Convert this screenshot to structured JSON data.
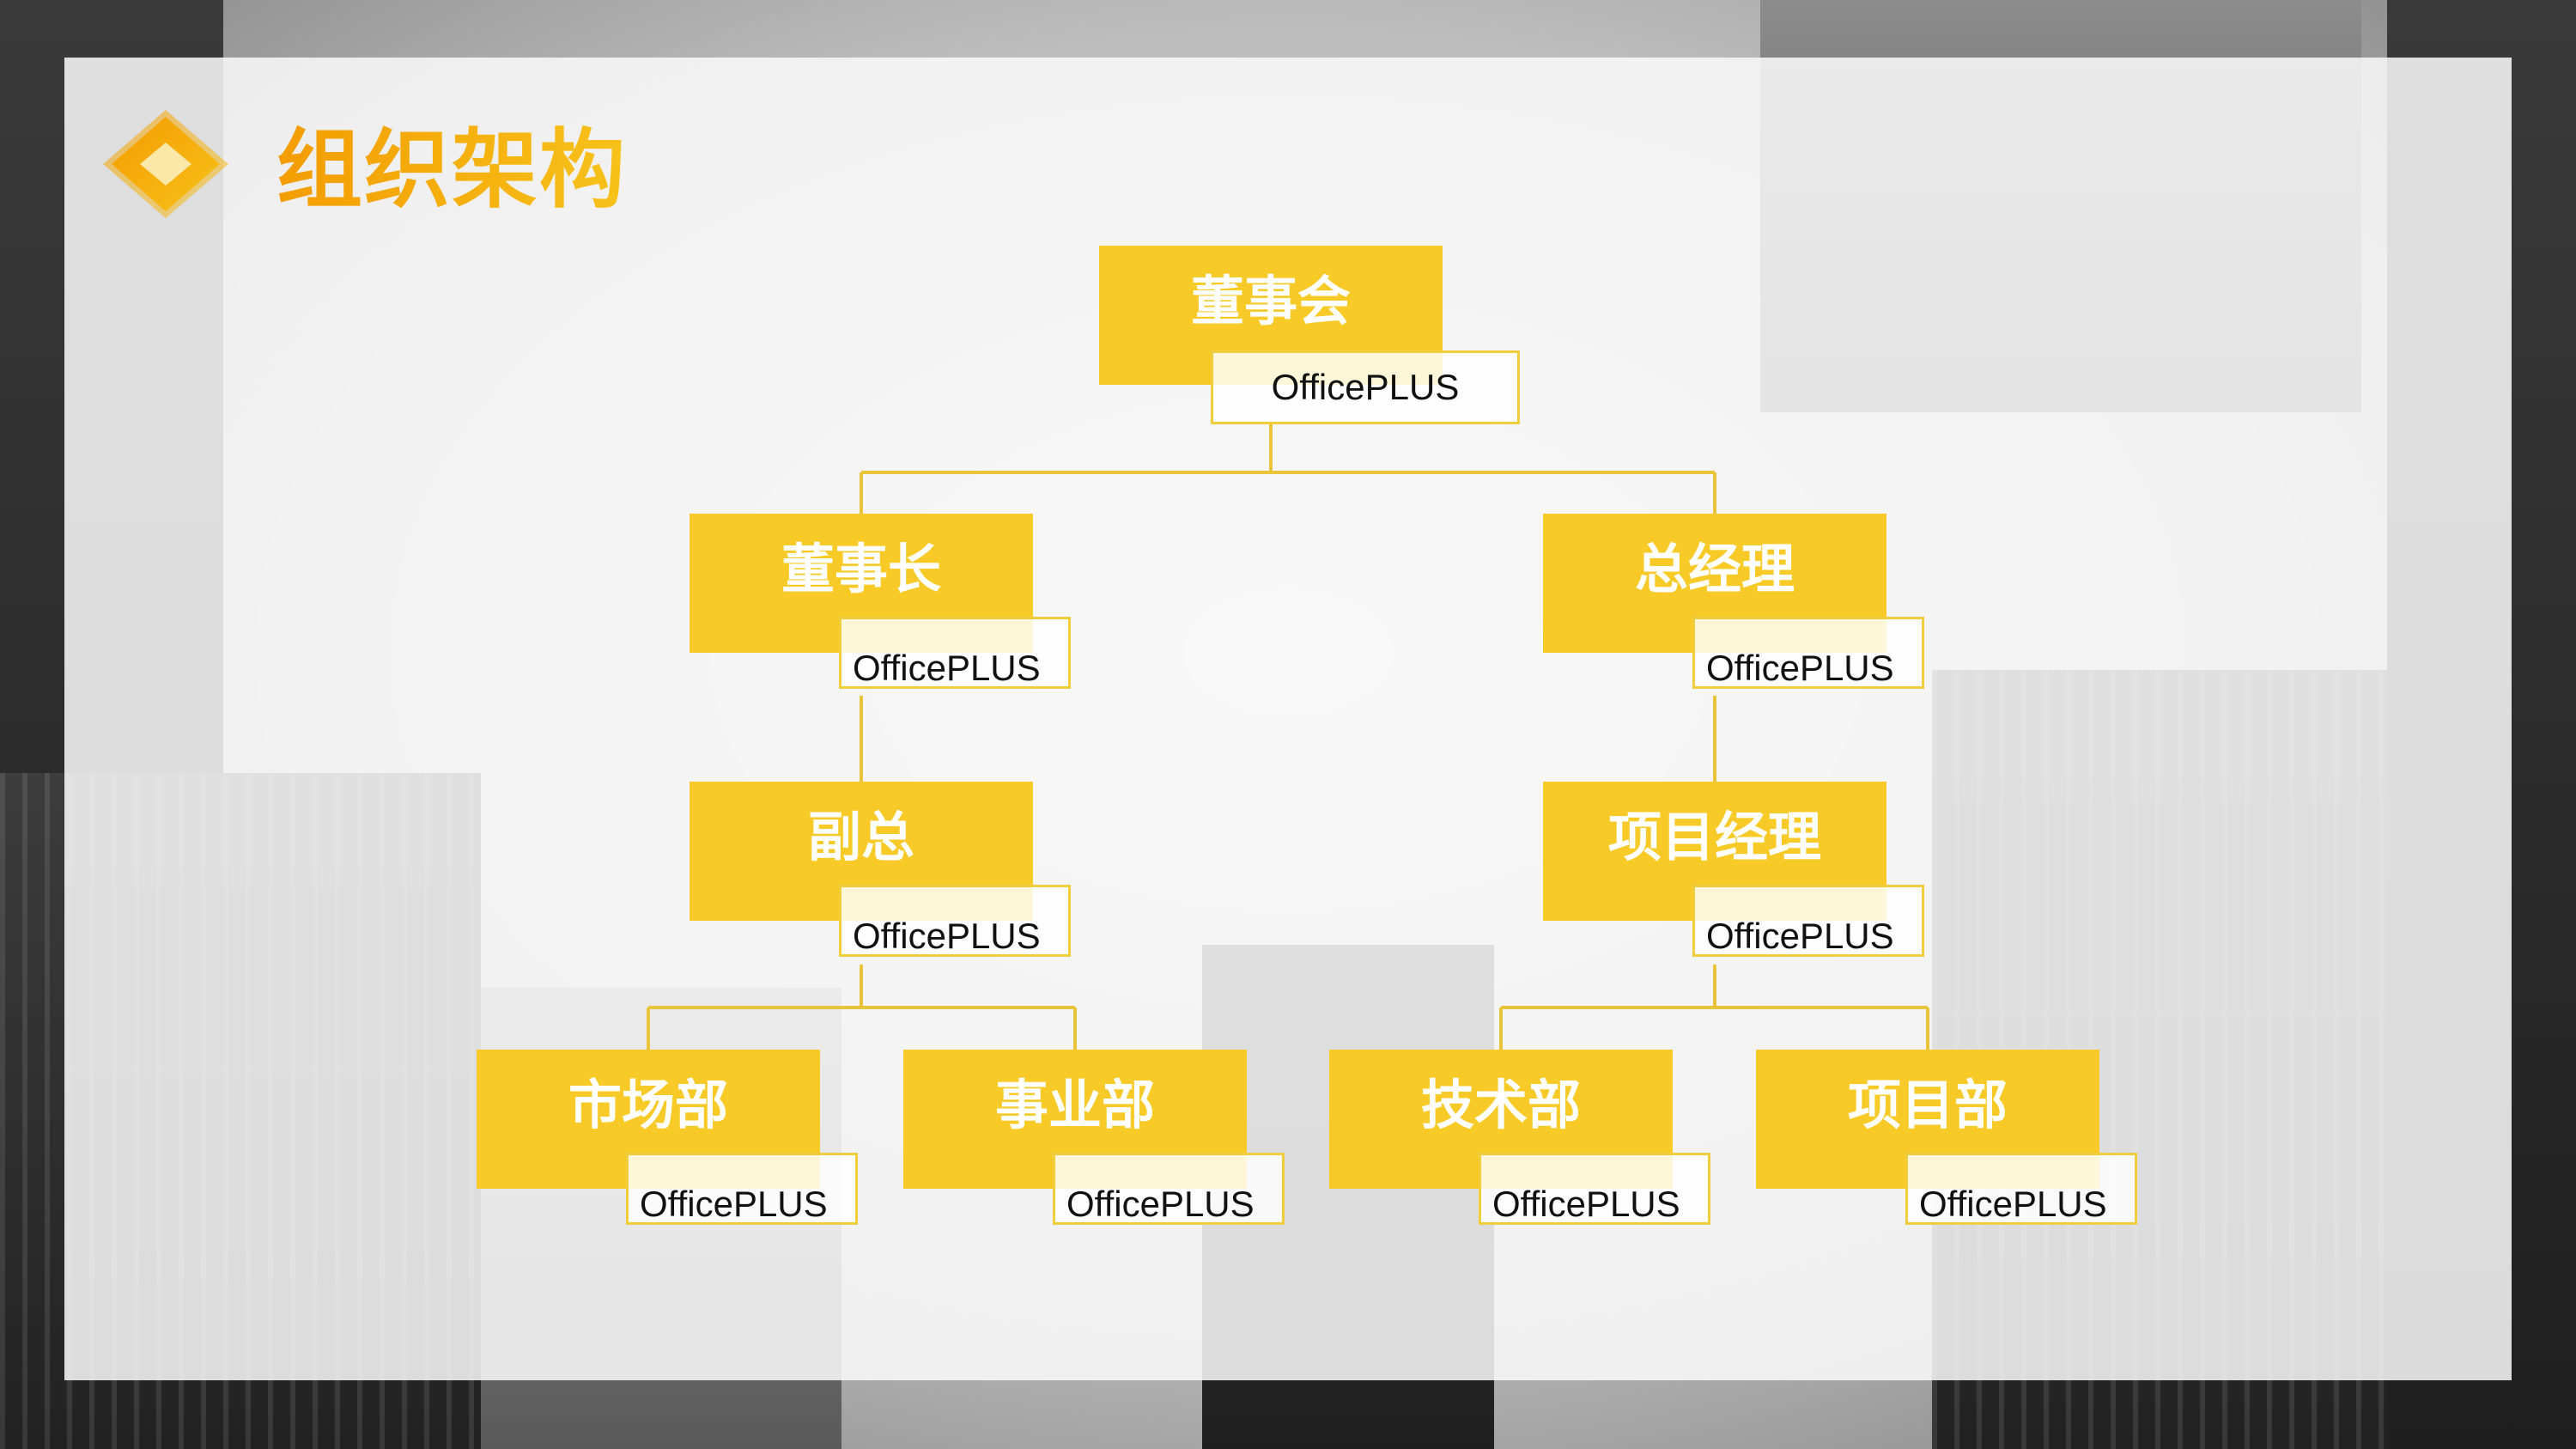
{
  "page": {
    "title": "组织架构"
  },
  "colors": {
    "accent": "#f7ca28",
    "title_gradient_start": "#f39c00",
    "title_gradient_end": "#f7c21b",
    "connector": "#e8c43a"
  },
  "logo": {
    "icon": "diamond-logo-icon"
  },
  "org": {
    "root": {
      "name": "董事会",
      "sub": "OfficePLUS"
    },
    "chairman": {
      "name": "董事长",
      "sub": "OfficePLUS"
    },
    "general_manager": {
      "name": "总经理",
      "sub": "OfficePLUS"
    },
    "vice_president": {
      "name": "副总",
      "sub": "OfficePLUS"
    },
    "project_manager": {
      "name": "项目经理",
      "sub": "OfficePLUS"
    },
    "marketing_dept": {
      "name": "市场部",
      "sub": "OfficePLUS"
    },
    "business_dept": {
      "name": "事业部",
      "sub": "OfficePLUS"
    },
    "tech_dept": {
      "name": "技术部",
      "sub": "OfficePLUS"
    },
    "project_dept": {
      "name": "项目部",
      "sub": "OfficePLUS"
    }
  }
}
